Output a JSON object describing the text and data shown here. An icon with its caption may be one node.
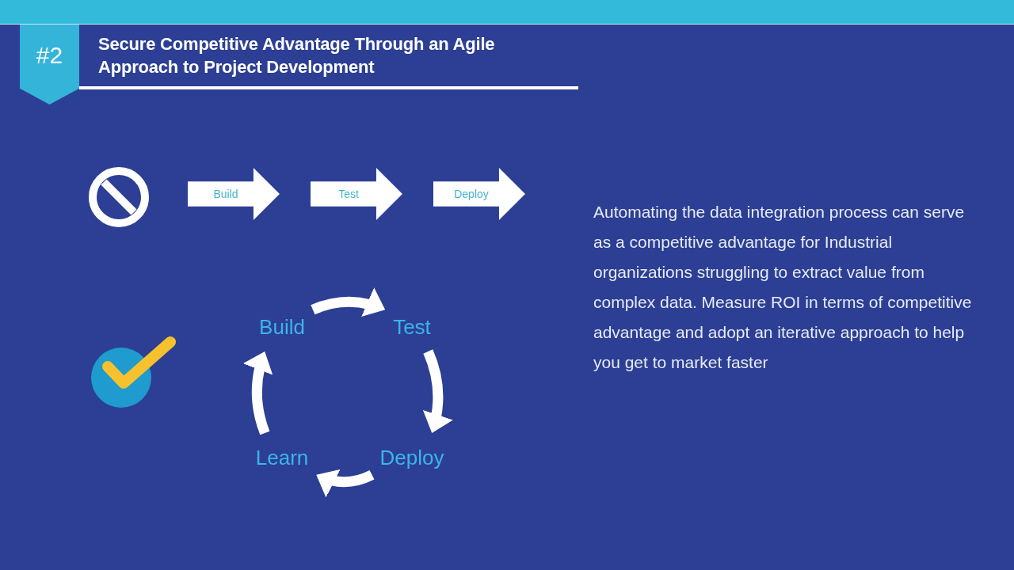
{
  "diagram": {
    "title": "Secure Competitive Advantage Through an Agile Approach to Project Development",
    "nodes": [
      {
        "text": [
          "#2"
        ]
      },
      {
        "text": [
          "Build"
        ]
      },
      {
        "text": [
          "Test"
        ]
      },
      {
        "text": [
          "Deploy"
        ]
      },
      {
        "text": [
          "Build"
        ]
      },
      {
        "text": [
          "Test"
        ]
      },
      {
        "text": [
          "Deploy"
        ]
      },
      {
        "text": [
          "Learn"
        ]
      }
    ],
    "edges": [
      {
        "from": 4,
        "to": 5,
        "arrow": "to"
      },
      {
        "from": 5,
        "to": 6,
        "arrow": "to"
      },
      {
        "from": 6,
        "to": 7,
        "arrow": "to"
      },
      {
        "from": 7,
        "to": 4,
        "arrow": "to"
      }
    ],
    "labels": [
      "Automating the data integration process can serve as a competitive advantage for Industrial organizations struggling to extract value from complex data. Measure ROI in terms of competitive advantage and adopt an iterative approach to help you get to market faster"
    ]
  }
}
